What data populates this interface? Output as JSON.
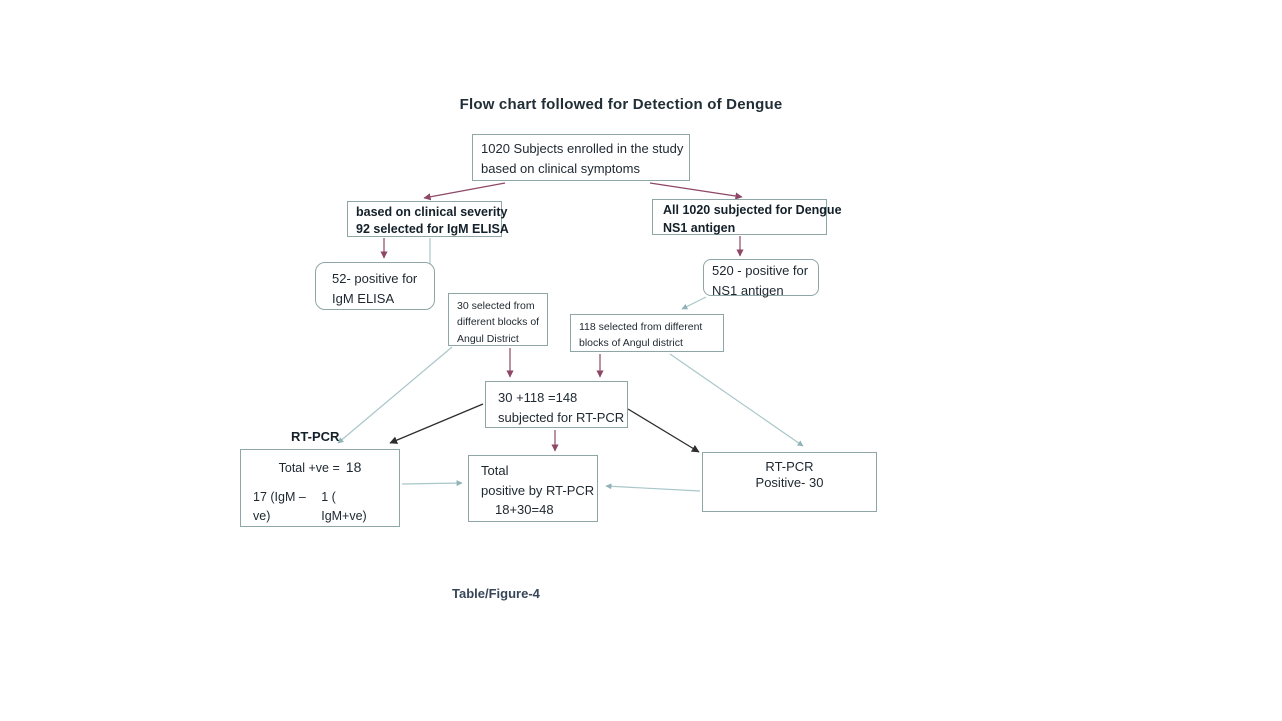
{
  "title": "Flow chart followed for Detection of Dengue",
  "caption": "Table/Figure-4",
  "colors": {
    "arrow_maroon": "#8e4766",
    "arrow_teal": "#a9c6c9",
    "arrow_dark": "#2e2e2e",
    "box_border": "#8fa6a6",
    "text": "#1d2730"
  },
  "nodes": {
    "enrolled": {
      "lines": [
        "1020 Subjects enrolled in the study",
        "based on clinical symptoms"
      ]
    },
    "severity": {
      "lines": [
        "based on clinical severity",
        "92 selected for IgM ELISA"
      ]
    },
    "ns1_all": {
      "lines": [
        "All 1020 subjected for Dengue",
        "NS1 antigen"
      ]
    },
    "igm_positive": {
      "lines": [
        "52-  positive for",
        "IgM ELISA"
      ]
    },
    "blocks30": {
      "lines": [
        "30 selected from",
        "different blocks of",
        "Angul District"
      ]
    },
    "ns1_positive": {
      "lines": [
        "520 -  positive for",
        "NS1 antigen"
      ]
    },
    "blocks118": {
      "lines": [
        "118 selected from different",
        "blocks of Angul district"
      ]
    },
    "rtpcr_subjected": {
      "lines": [
        "30 +118 =148",
        "subjected for RT-PCR"
      ]
    },
    "rtpcr_label": "RT-PCR",
    "rtpcr_total": {
      "line1_prefix": "Total +ve =",
      "line1_value": "18",
      "line2_left": "17 (IgM –ve)",
      "line2_right": "1 ( IgM+ve)"
    },
    "total_positive": {
      "lines": [
        "Total",
        "positive by RT-PCR",
        "18+30=48"
      ]
    },
    "rtpcr_positive": {
      "lines": [
        "RT-PCR",
        "Positive- 30"
      ]
    }
  }
}
